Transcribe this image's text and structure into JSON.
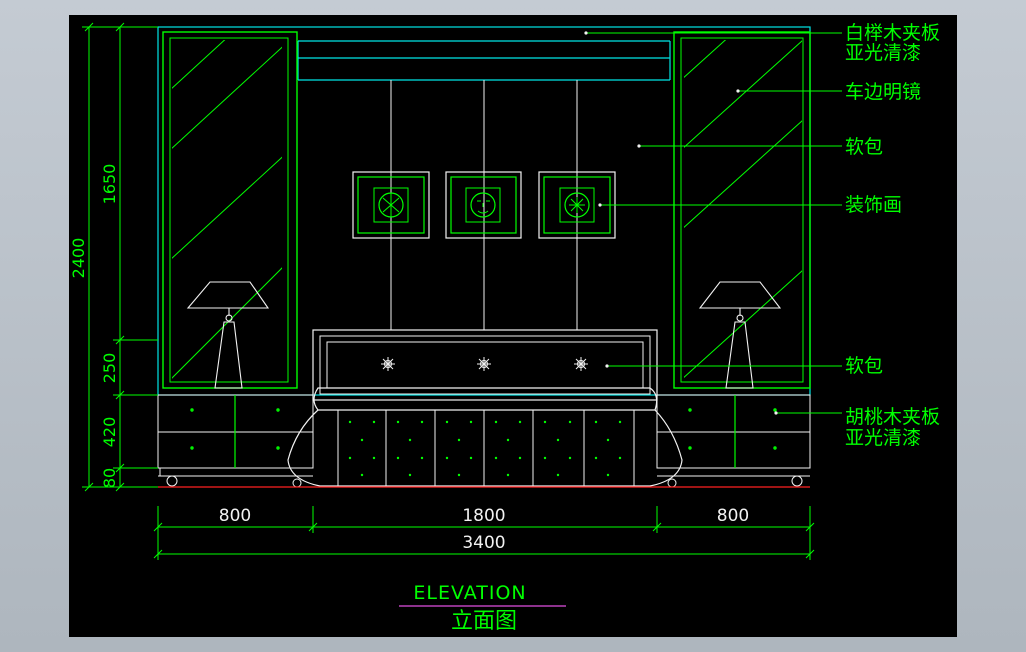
{
  "labels": {
    "birch": "白榉木夹板",
    "birch_finish": "亚光清漆",
    "mirror": "车边明镜",
    "soft_pack_top": "软包",
    "painting": "装饰画",
    "soft_pack_headboard": "软包",
    "walnut": "胡桃木夹板",
    "walnut_finish": "亚光清漆"
  },
  "dimensions": {
    "v_total": "2400",
    "v_upper": "1650",
    "v_headboard": "250",
    "v_cabinet": "420",
    "v_base": "80",
    "h_left": "800",
    "h_mid": "1800",
    "h_right": "800",
    "h_total": "3400"
  },
  "title": {
    "english": "ELEVATION",
    "chinese": "立面图"
  },
  "colors": {
    "background": "#000000",
    "outline_green": "#00ff00",
    "cyan": "#00e5e5",
    "white": "#f2f2f2",
    "magenta": "#e14fe1",
    "red": "#ff2020",
    "frame": "#b4bcc5"
  }
}
